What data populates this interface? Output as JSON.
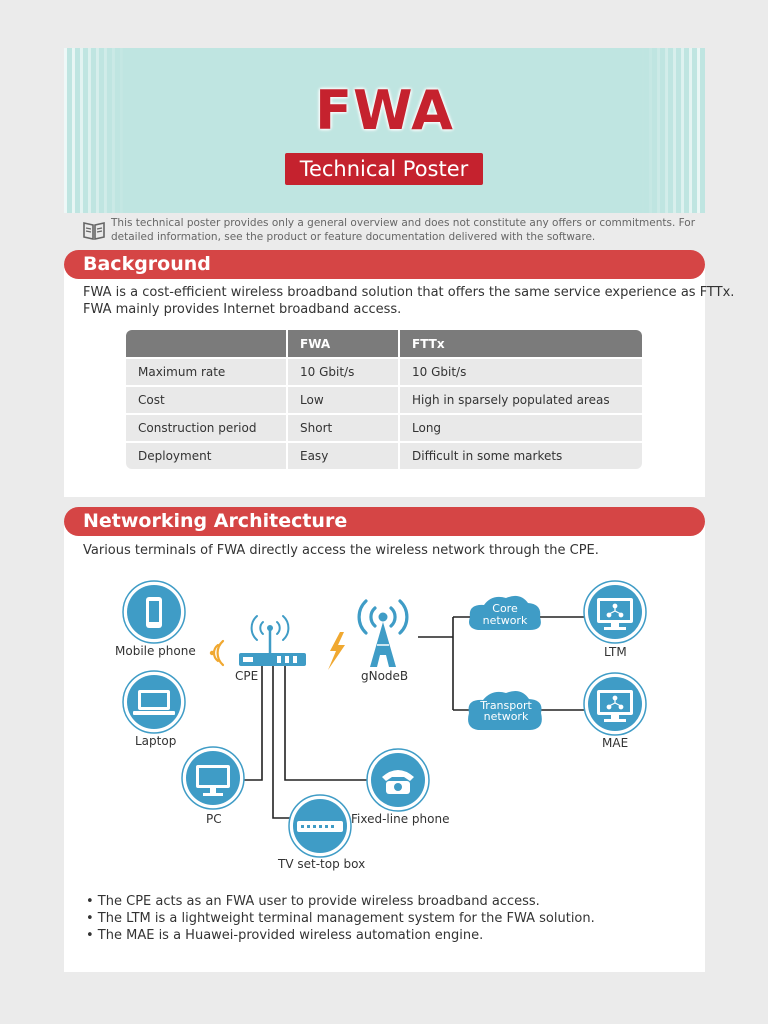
{
  "header": {
    "title": "FWA",
    "subtitle": "Technical Poster",
    "disclaimer": "This technical poster provides only a general overview and does not constitute any offers or commitments. For detailed information, see the product or feature documentation delivered with the software."
  },
  "background": {
    "heading": "Background",
    "intro_line1": "FWA is a cost-efficient wireless broadband solution that offers the same service experience as FTTx.",
    "intro_line2": "FWA mainly provides Internet broadband access.",
    "table": {
      "headers": [
        "",
        "FWA",
        "FTTx"
      ],
      "rows": [
        [
          "Maximum rate",
          "10 Gbit/s",
          "10 Gbit/s"
        ],
        [
          "Cost",
          "Low",
          "High in sparsely populated areas"
        ],
        [
          "Construction period",
          "Short",
          "Long"
        ],
        [
          "Deployment",
          "Easy",
          "Difficult in some markets"
        ]
      ]
    }
  },
  "networking": {
    "heading": "Networking Architecture",
    "intro": "Various terminals of FWA directly access the wireless network through the CPE.",
    "nodes": {
      "mobile_phone": "Mobile phone",
      "laptop": "Laptop",
      "pc": "PC",
      "tv_box": "TV set-top box",
      "fixed_phone": "Fixed-line phone",
      "cpe": "CPE",
      "gnodeb": "gNodeB",
      "core_network_line1": "Core",
      "core_network_line2": "network",
      "transport_network_line1": "Transport",
      "transport_network_line2": "network",
      "ltm": "LTM",
      "mae": "MAE"
    },
    "bullets": [
      "• The CPE acts as an FWA user to provide wireless broadband access.",
      "• The LTM is a lightweight terminal management system for the FWA solution.",
      "• The MAE is a Huawei-provided wireless automation engine."
    ]
  },
  "colors": {
    "brand_red": "#c5222e",
    "section_red": "#d54545",
    "hero_teal": "#bfe5e1",
    "icon_blue": "#3f9cc6",
    "signal_orange": "#f0a830"
  }
}
